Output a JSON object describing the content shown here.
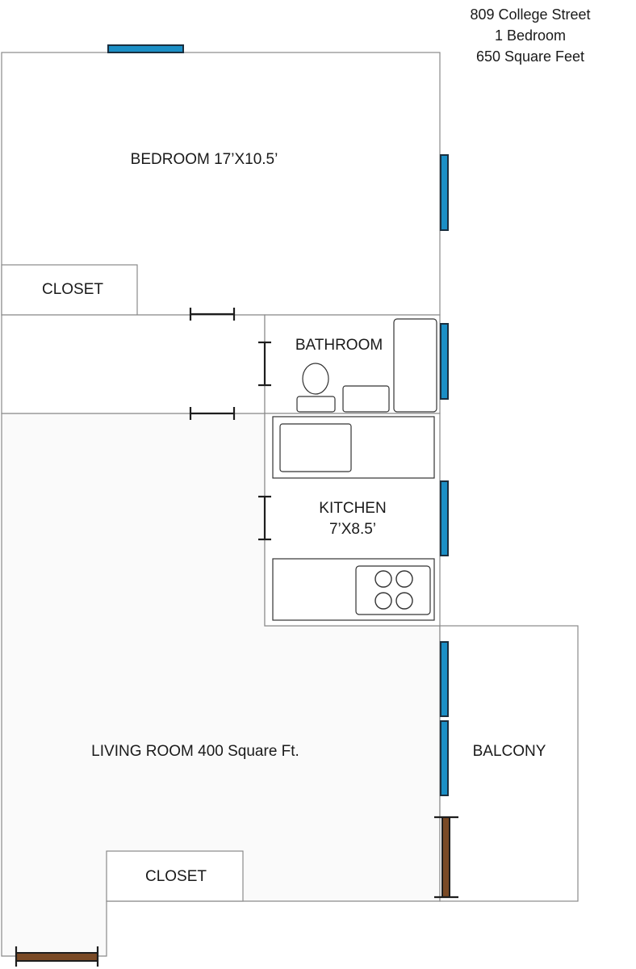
{
  "header": {
    "address": "809 College Street",
    "unit_type": "1 Bedroom",
    "area": "650 Square Feet"
  },
  "rooms": {
    "bedroom": "BEDROOM 17’X10.5’",
    "bedroom_closet": "CLOSET",
    "bathroom": "BATHROOM",
    "kitchen": "KITCHEN",
    "kitchen_dims": "7’X8.5’",
    "living_room": "LIVING ROOM 400 Square Ft.",
    "balcony": "BALCONY",
    "living_closet": "CLOSET"
  },
  "colors": {
    "window": "#1b8fc6",
    "door": "#7a4a26",
    "wall": "#8a8a8a",
    "living_floor": "#fafafa"
  }
}
